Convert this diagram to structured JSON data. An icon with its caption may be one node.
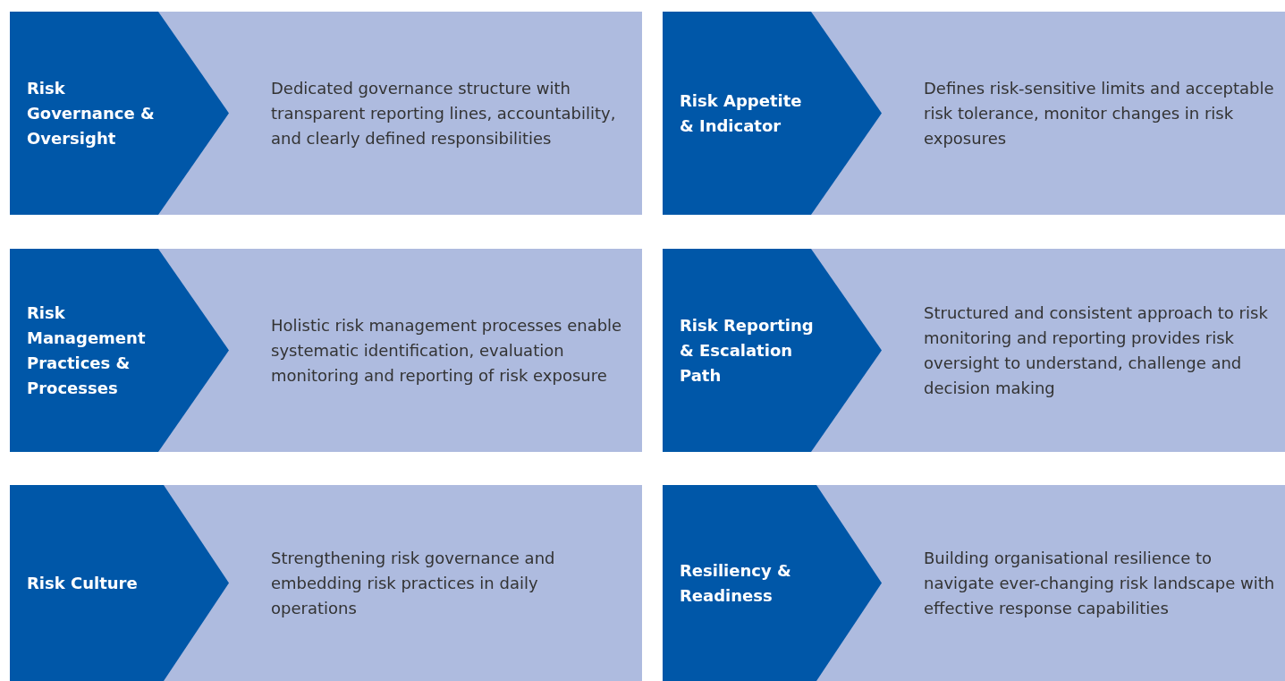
{
  "diagram": {
    "nodes": [
      {
        "text": [
          "Dedicated governance structure with transparent reporting lines, accountability, and clearly defined responsibilities"
        ]
      },
      {
        "text": [
          "Risk Governance & Oversight"
        ],
        "in": 0
      },
      {
        "text": [
          "Defines risk-sensitive limits and acceptable risk tolerance, monitor changes in risk exposures"
        ]
      },
      {
        "text": [
          "Risk Appetite & Indicator"
        ],
        "in": 2
      },
      {
        "text": [
          "Holistic risk management processes enable systematic identification, evaluation monitoring and reporting of risk exposure"
        ]
      },
      {
        "text": [
          "Risk Management Practices & Processes"
        ],
        "in": 4
      },
      {
        "text": [
          "Structured and consistent approach to risk monitoring and reporting provides risk oversight to understand, challenge and decision making"
        ]
      },
      {
        "text": [
          "Risk Reporting & Escalation Path"
        ],
        "in": 6
      },
      {
        "text": [
          "Strengthening risk governance and embedding risk practices in daily operations"
        ]
      },
      {
        "text": [
          "Risk Culture"
        ],
        "in": 8
      },
      {
        "text": [
          "Building organisational resilience to navigate ever-changing risk landscape with effective response capabilities"
        ]
      },
      {
        "text": [
          "Resiliency & Readiness"
        ],
        "in": 10
      }
    ]
  }
}
